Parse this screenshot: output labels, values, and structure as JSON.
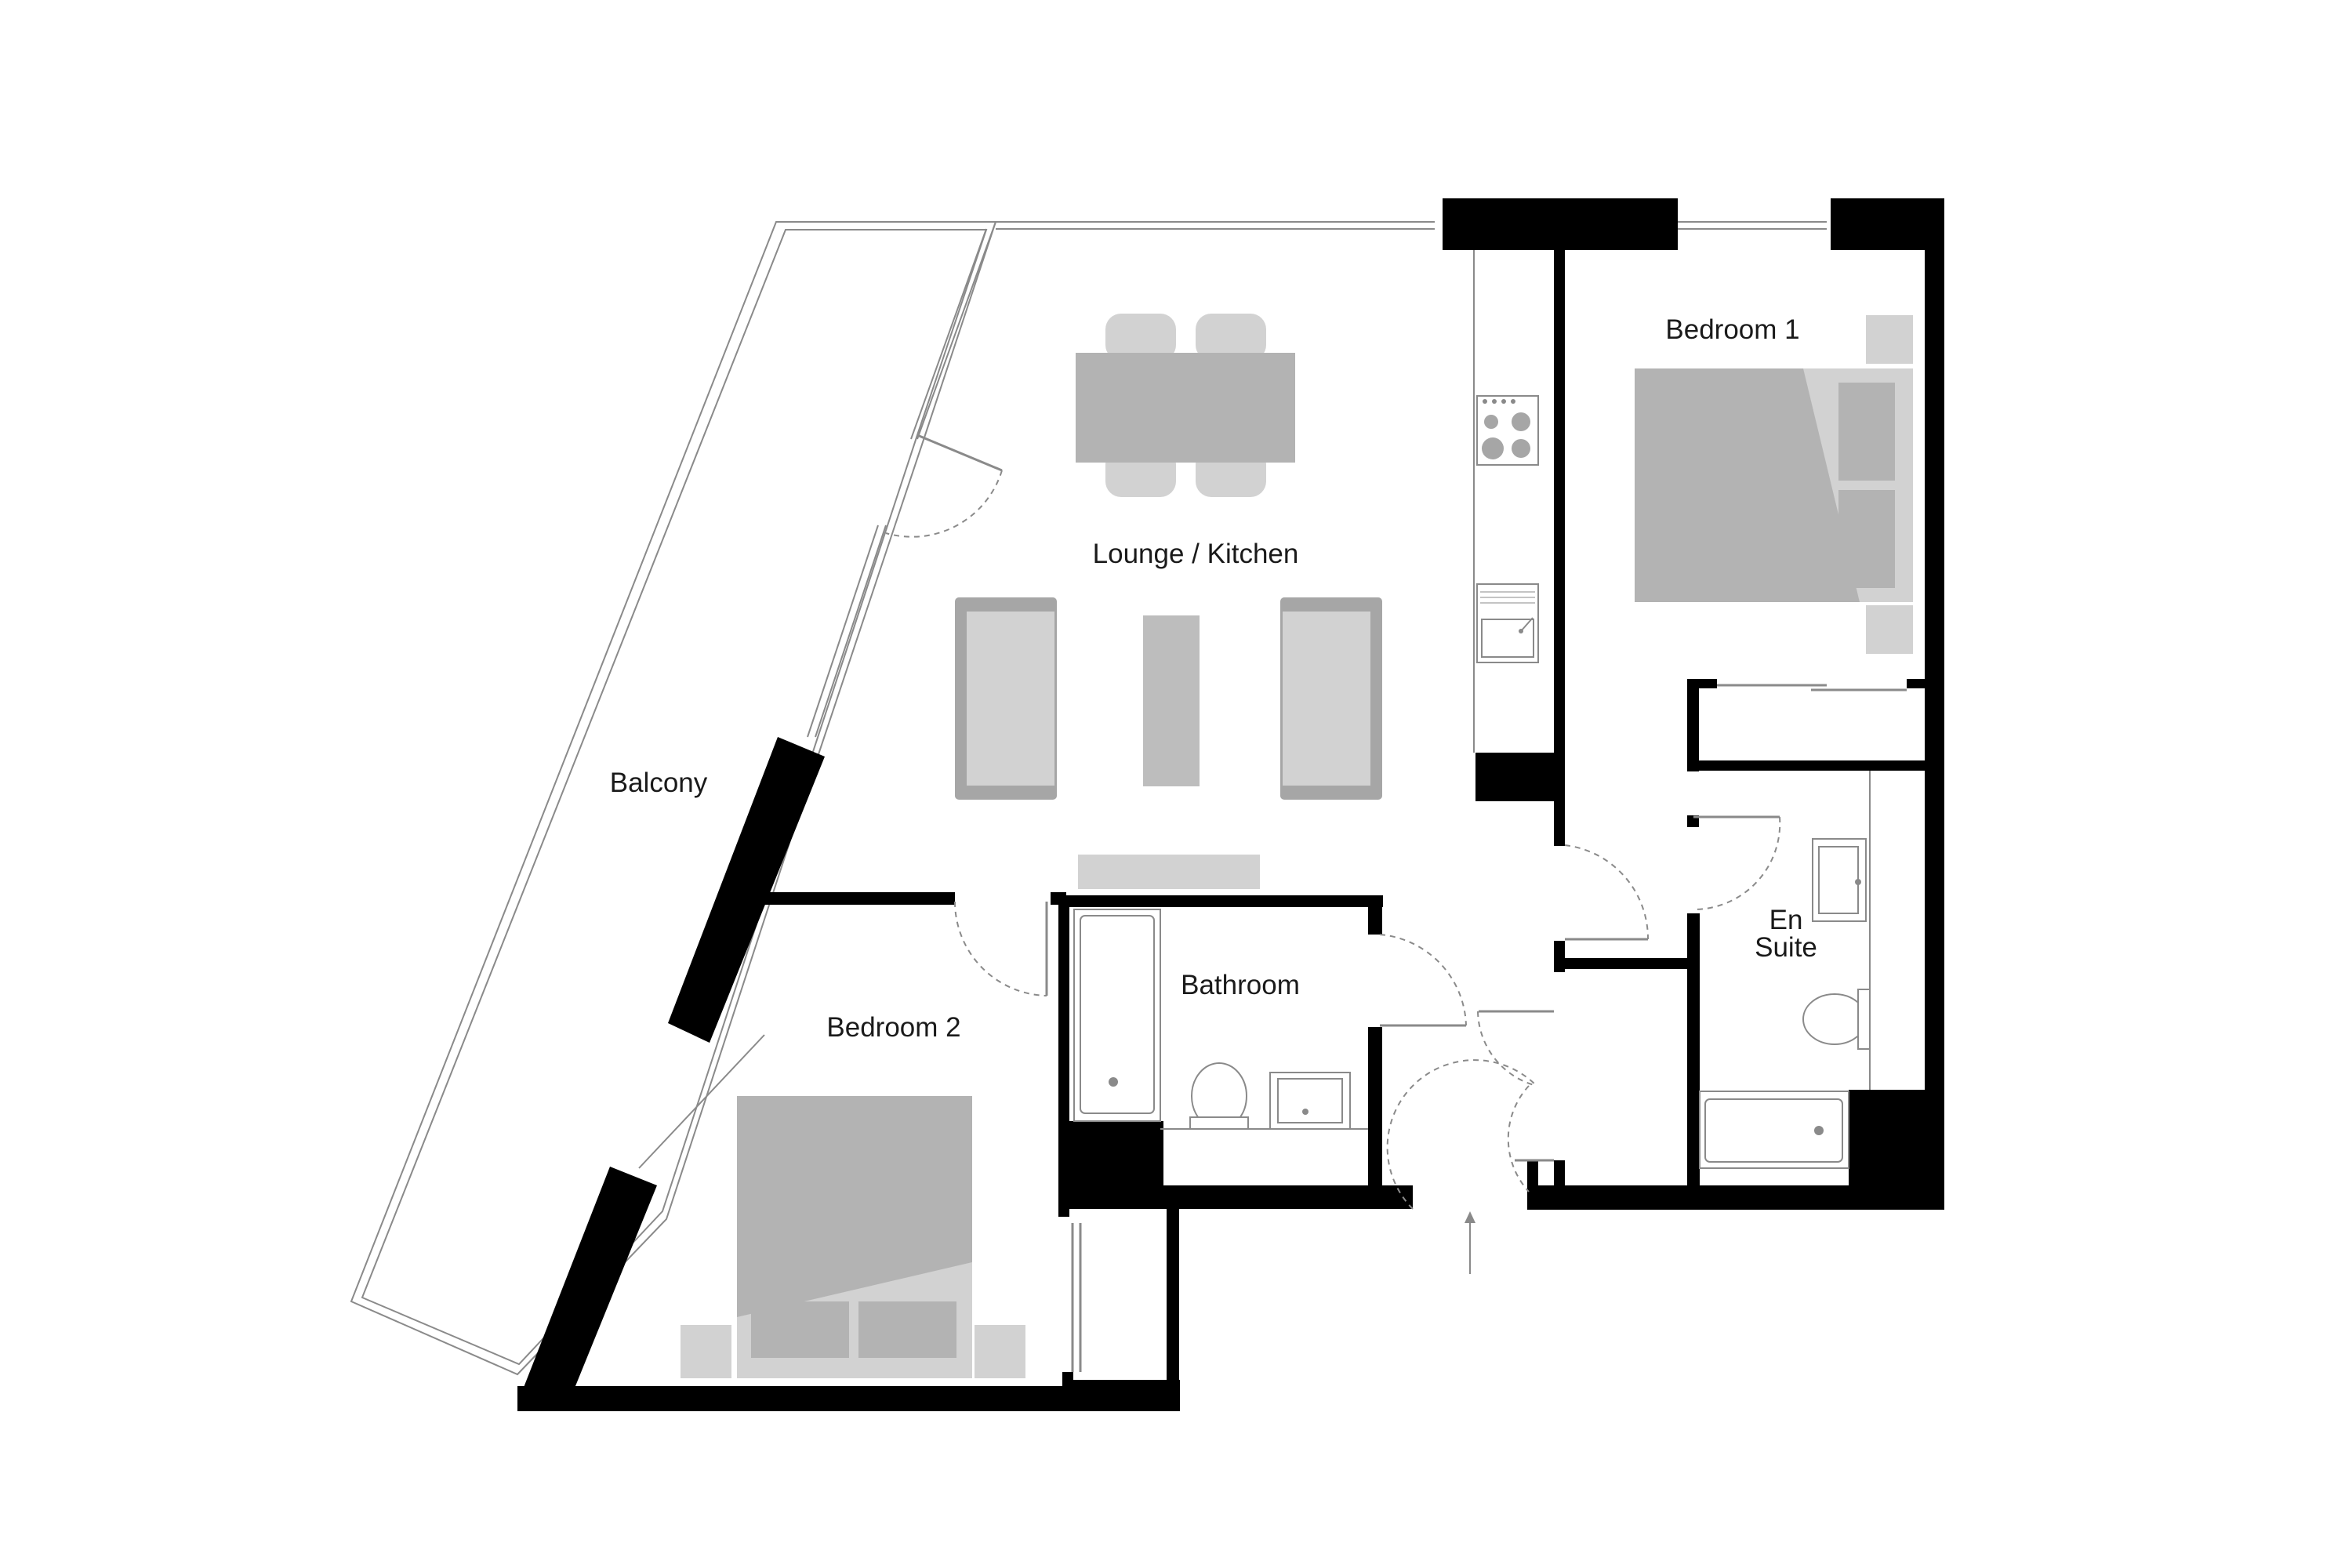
{
  "rooms": {
    "balcony": "Balcony",
    "lounge_kitchen": "Lounge / Kitchen",
    "bedroom_1": "Bedroom 1",
    "bedroom_2": "Bedroom 2",
    "bathroom": "Bathroom",
    "en_suite_line1": "En",
    "en_suite_line2": "Suite"
  },
  "colors": {
    "walls": "#000000",
    "furniture": "#b3b3b3",
    "furniture_light": "#d2d2d2",
    "background": "#ffffff"
  },
  "icons": [
    "entrance-arrow-icon",
    "hob-icon",
    "sink-icon",
    "toilet-icon",
    "bath-icon",
    "basin-icon"
  ]
}
